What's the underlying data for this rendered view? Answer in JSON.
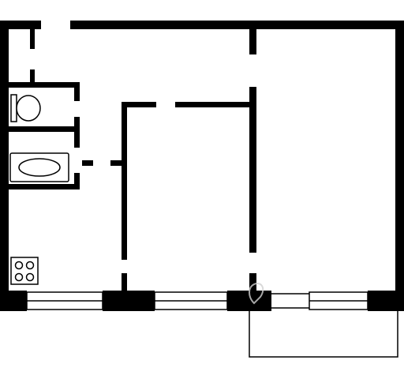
{
  "plan": {
    "type": "apartment-floor-plan",
    "rooms_count": 2,
    "fixtures": [
      "toilet",
      "bathtub",
      "stove"
    ],
    "has_balcony": true
  },
  "watermark": {
    "icon": "location-pin-icon",
    "color": "#cfcfcf"
  },
  "colors": {
    "walls": "#000000",
    "background": "#ffffff"
  }
}
